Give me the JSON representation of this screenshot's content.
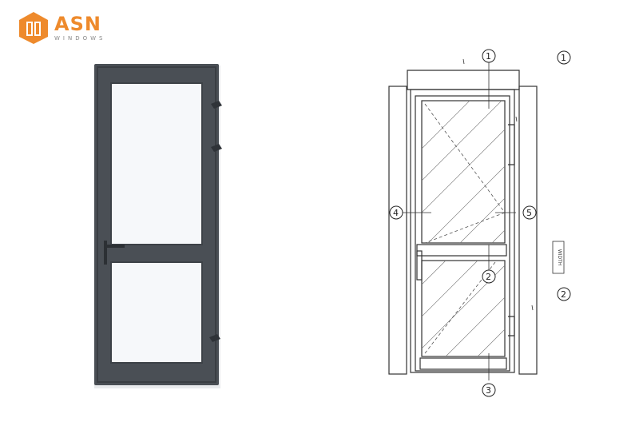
{
  "brand": {
    "name": "ASN",
    "tagline": "WINDOWS",
    "accent_color": "#ee8a2c"
  },
  "photo": {
    "frame_color": "#4a4f55",
    "glass_color": "#f6f8fa"
  },
  "diagram": {
    "callouts": [
      "1",
      "1",
      "2",
      "2",
      "3",
      "4",
      "5"
    ],
    "side_label": "WIDTH"
  }
}
